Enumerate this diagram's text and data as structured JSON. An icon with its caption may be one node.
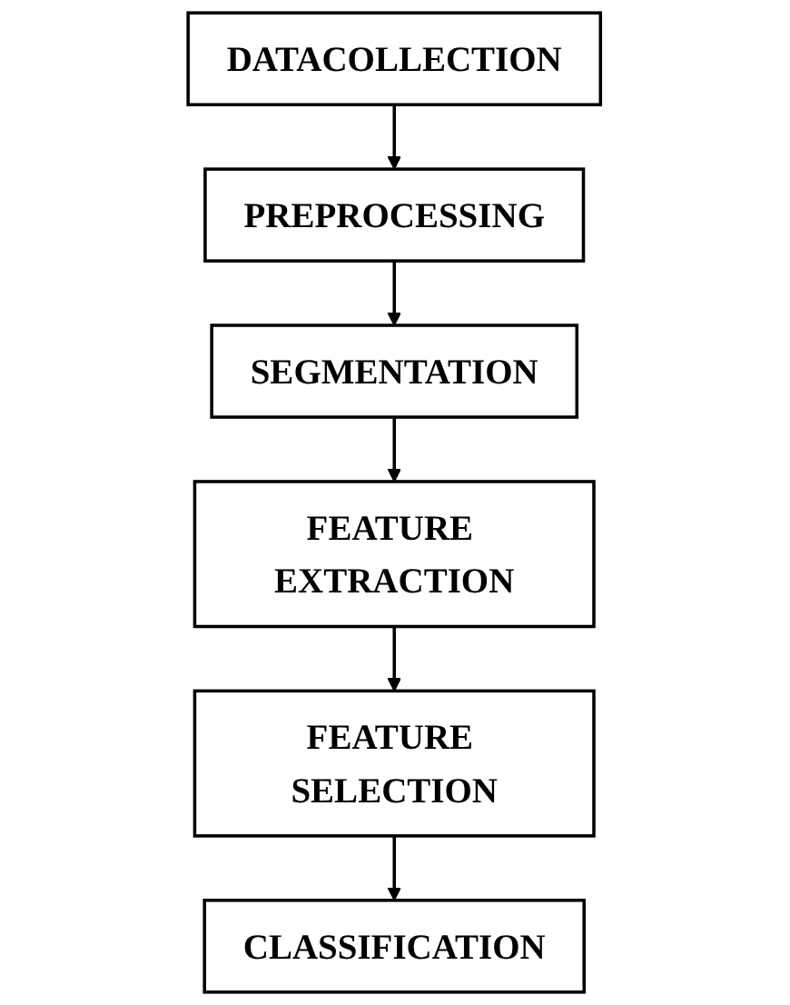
{
  "diagram": {
    "nodes": [
      {
        "text": [
          "DATACOLLECTION"
        ]
      },
      {
        "text": [
          "PREPROCESSING"
        ]
      },
      {
        "text": [
          "SEGMENTATION"
        ]
      },
      {
        "text": [
          "FEATURE EXTRACTION"
        ]
      },
      {
        "text": [
          "FEATURE SELECTION"
        ]
      },
      {
        "text": [
          "CLASSIFICATION"
        ]
      }
    ],
    "edges": [
      {
        "from": 0,
        "to": 1,
        "arrow": "to"
      },
      {
        "from": 1,
        "to": 2,
        "arrow": "to"
      },
      {
        "from": 2,
        "to": 3,
        "arrow": "to"
      },
      {
        "from": 3,
        "to": 4,
        "arrow": "to"
      },
      {
        "from": 4,
        "to": 5,
        "arrow": "to"
      }
    ]
  }
}
